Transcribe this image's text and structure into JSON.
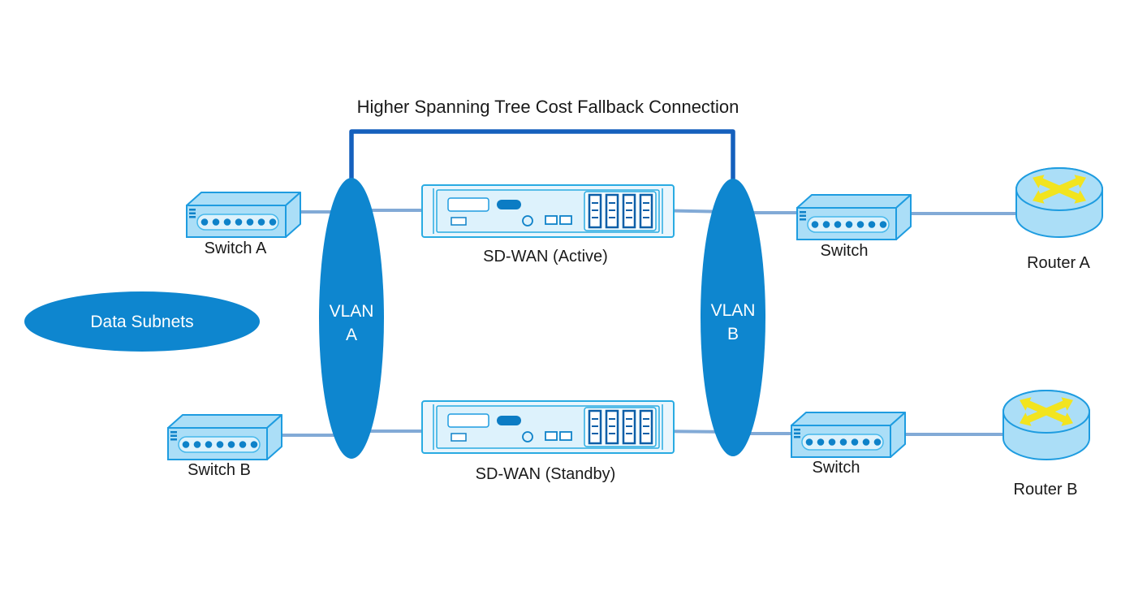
{
  "diagram": {
    "title": "Higher Spanning Tree Cost Fallback Connection",
    "nodes": {
      "switch_a": {
        "label": "Switch A"
      },
      "switch_b": {
        "label": "Switch B"
      },
      "switch_top_right": {
        "label": "Switch"
      },
      "switch_bottom_right": {
        "label": "Switch"
      },
      "sdwan_active": {
        "label": "SD-WAN (Active)"
      },
      "sdwan_standby": {
        "label": "SD-WAN (Standby)"
      },
      "router_a": {
        "label": "Router A"
      },
      "router_b": {
        "label": "Router B"
      },
      "data_subnets": {
        "label": "Data Subnets"
      },
      "vlan_a": {
        "name": "VLAN",
        "id": "A"
      },
      "vlan_b": {
        "name": "VLAN",
        "id": "B"
      }
    },
    "colors": {
      "device_fill": "#ABDEF7",
      "device_stroke": "#1E9CE0",
      "port_dark": "#0E82C9",
      "ellipse_fill": "#0E86CF",
      "ellipse_text": "#FFFFFF",
      "link": "#82AAD6",
      "fallback_link": "#1560BD",
      "label_text": "#1A1A1A",
      "router_arrow": "#F2E41F",
      "background": "#FFFFFF"
    },
    "icons": {
      "switch-icon": "isometric-switch-box-with-port-dots",
      "router-icon": "cylinder-with-crossed-arrows",
      "sdwan-appliance-icon": "rack-appliance-with-port-banks",
      "vlan-ellipse": "vertical-ellipse",
      "data-subnets-ellipse": "horizontal-ellipse"
    }
  }
}
